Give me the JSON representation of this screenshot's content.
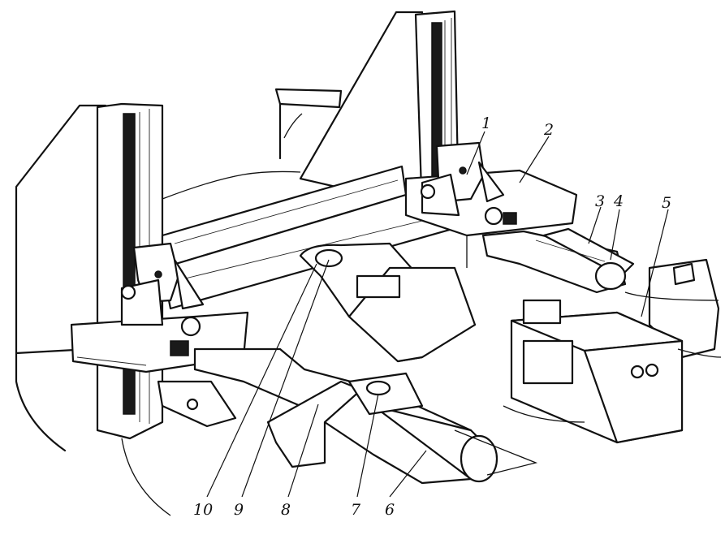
{
  "figure": {
    "callouts": [
      {
        "id": "c1",
        "label": "1"
      },
      {
        "id": "c2",
        "label": "2"
      },
      {
        "id": "c3",
        "label": "3"
      },
      {
        "id": "c4",
        "label": "4"
      },
      {
        "id": "c5",
        "label": "5"
      },
      {
        "id": "c6",
        "label": "6"
      },
      {
        "id": "c7",
        "label": "7"
      },
      {
        "id": "c8",
        "label": "8"
      },
      {
        "id": "c9",
        "label": "9"
      },
      {
        "id": "c10",
        "label": "10"
      }
    ],
    "colors": {
      "ink": "#111111",
      "paper": "#ffffff"
    }
  }
}
